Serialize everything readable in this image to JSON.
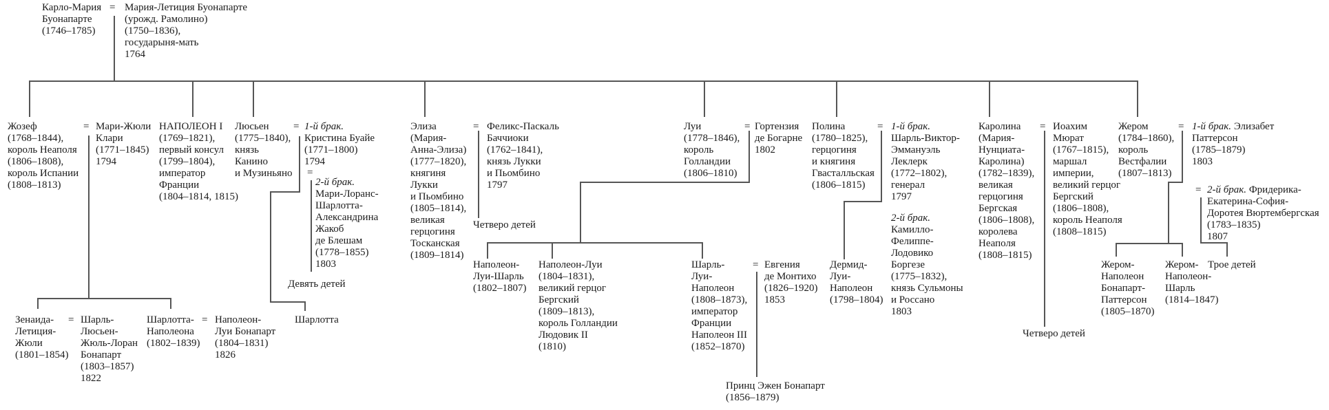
{
  "parents": {
    "father": "Карло-Мария\nБуонапарте\n(1746–1785)",
    "mother": "Мария-Летиция Буонапарте\n(урожд. Рамолино)\n(1750–1836),\nгосударыня-мать\n1764",
    "marriage_sign": "="
  },
  "children": {
    "joseph": "Жозеф\n(1768–1844),\nкороль Неаполя\n(1806–1808),\nкороль Испании\n(1808–1813)",
    "joseph_spouse": "Мари-Жюли\nКлари\n(1771–1845)\n1794",
    "napoleon": "НАПОЛЕОН I\n(1769–1821),\nпервый консул\n(1799–1804),\nимператор\nФранции\n(1804–1814, 1815)",
    "lucien": "Люсьен\n(1775–1840),\nкнязь\nКанино\nи Музиньяно",
    "lucien_spouse1_label": "1-й брак.",
    "lucien_spouse1": "Кристина Буайе\n(1771–1800)\n1794",
    "lucien_spouse2_label": "2-й брак.",
    "lucien_spouse2": "Мари-Лоранс-\nШарлотта-\nАлександрина\nЖакоб\nде Блешам\n(1778–1855)\n1803",
    "lucien_children": "Девять детей",
    "elisa": "Элиза\n(Мария-\nАнна-Элиза)\n(1777–1820),\nкнягиня\nЛукки\nи Пьомбино\n(1805–1814),\nвеликая\nгерцогиня\nТосканская\n(1809–1814)",
    "elisa_spouse": "Феликс-Паскаль\nБаччиоки\n(1762–1841),\nкнязь Лукки\nи Пьомбино\n1797",
    "elisa_children": "Четверо детей",
    "louis": "Луи\n(1778–1846),\nкороль\nГолландии\n(1806–1810)",
    "louis_spouse": "Гортензия\nде Богарне\n1802",
    "pauline": "Полина\n(1780–1825),\nгерцогиня\nи княгиня\nГвасталльская\n(1806–1815)",
    "pauline_spouse1_label": "1-й брак.",
    "pauline_spouse1": "Шарль-Виктор-\nЭммануэль\nЛеклерк\n(1772–1802),\nгенерал\n1797",
    "pauline_spouse2_label": "2-й брак.",
    "pauline_spouse2": "Камилло-\nФелиппе-\nЛодовико\nБоргезе\n(1775–1832),\nкнязь Сульмоны\nи Россано\n1803",
    "caroline": "Каролина\n(Мария-\nНунциата-\nКаролина)\n(1782–1839),\nвеликая\nгерцогиня\nБергская\n(1806–1808),\nкоролева\nНеаполя\n(1808–1815)",
    "caroline_spouse": "Иоахим\nМюрат\n(1767–1815),\nмаршал\nимперии,\nвеликий герцог\nБергский\n(1806–1808),\nкороль Неаполя\n(1808–1815)",
    "caroline_children": "Четверо детей",
    "jerome": "Жером\n(1784–1860),\nкороль\nВестфалии\n(1807–1813)",
    "jerome_spouse1_label": "1-й брак.",
    "jerome_spouse1": " Элизабет\nПаттерсон\n(1785–1879)\n1803",
    "jerome_spouse2_label": "2-й брак.",
    "jerome_spouse2": " Фридерика-\nЕкатерина-София-\nДоротея Вюртембергская\n(1783–1835)\n1807"
  },
  "grandchildren": {
    "zenaide": "Зенаида-\nЛетиция-\nЖюли\n(1801–1854)",
    "zenaide_spouse": "Шарль-\nЛюсьен-\nЖюль-Лоран\nБонапарт\n(1803–1857)\n1822",
    "charlotte_n": "Шарлотта-\nНаполеона\n(1802–1839)",
    "charlotte_n_spouse": "Наполеон-\nЛуи Бонапарт\n(1804–1831)\n1826",
    "charlotte": "Шарлотта",
    "napoleon_louis_charles": "Наполеон-\nЛуи-Шарль\n(1802–1807)",
    "napoleon_louis": "Наполеон-Луи\n(1804–1831),\nвеликий герцог\nБергский\n(1809–1813),\nкороль Голландии\nЛюдовик II\n(1810)",
    "napoleon3": "Шарль-\nЛуи-\nНаполеон\n(1808–1873),\nимператор\nФранции\nНаполеон III\n(1852–1870)",
    "napoleon3_spouse": "Евгения\nде Монтихо\n(1826–1920)\n1853",
    "prince_eugene": "Принц Эжен Бонапарт\n(1856–1879)",
    "dermide": "Дермид-\nЛуи-\nНаполеон\n(1798–1804)",
    "jerome_patterson": "Жером-\nНаполеон\nБонапарт-\nПаттерсон\n(1805–1870)",
    "jerome_charles": "Жером-\nНаполеон-\nШарль\n(1814–1847)",
    "jerome_children": "Трое детей"
  }
}
